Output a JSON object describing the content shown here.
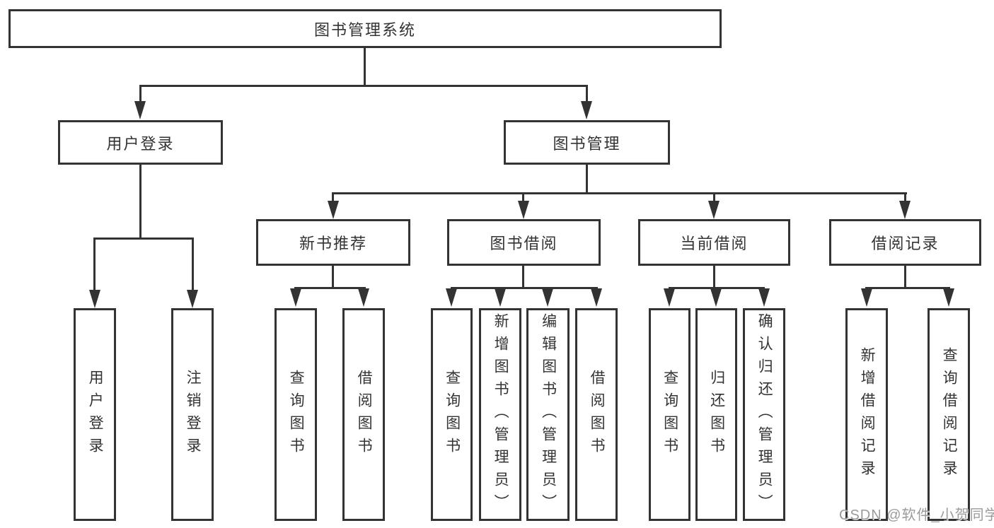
{
  "diagram": {
    "title": "图书管理系统",
    "nodes": {
      "root": "图书管理系统",
      "user_login": "用户登录",
      "book_mgmt": "图书管理",
      "new_book_rec": "新书推荐",
      "book_borrow": "图书借阅",
      "current_borrow": "当前借阅",
      "borrow_records": "借阅记录",
      "ul_login": "用户登录",
      "ul_logout": "注销登录",
      "nbr_query": "查询图书",
      "nbr_borrow": "借阅图书",
      "bb_query": "查询图书",
      "bb_add": "新增图书（管理员）",
      "bb_edit": "编辑图书（管理员）",
      "bb_borrow": "借阅图书",
      "cb_query": "查询图书",
      "cb_return": "归还图书",
      "cb_confirm": "确认归还（管理员）",
      "br_add": "新增借阅记录",
      "br_query": "查询借阅记录"
    },
    "hierarchy": {
      "图书管理系统": {
        "用户登录": [
          "用户登录",
          "注销登录"
        ],
        "图书管理": {
          "新书推荐": [
            "查询图书",
            "借阅图书"
          ],
          "图书借阅": [
            "查询图书",
            "新增图书（管理员）",
            "编辑图书（管理员）",
            "借阅图书"
          ],
          "当前借阅": [
            "查询图书",
            "归还图书",
            "确认归还（管理员）"
          ],
          "借阅记录": [
            "新增借阅记录",
            "查询借阅记录"
          ]
        }
      }
    },
    "colors": {
      "line": "#333333",
      "text": "#333333",
      "background": "#ffffff",
      "watermark": "#9b9b9b"
    }
  },
  "watermark": {
    "text": "CSDN @软件_小贺同学"
  }
}
